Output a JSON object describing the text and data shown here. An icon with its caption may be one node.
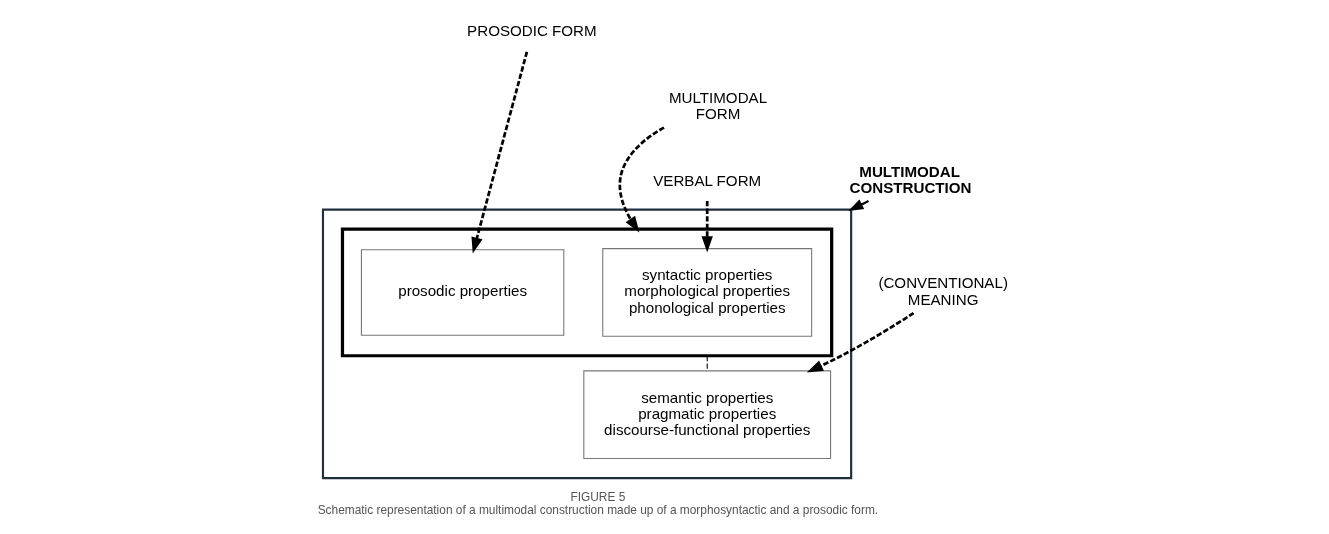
{
  "diagram": {
    "title": "FIGURE 5",
    "caption": "Schematic representation of a multimodal construction made up of a morphosyntactic and a prosodic form.",
    "nodes": [
      {
        "text": [],
        "shape": "box"
      },
      {
        "text": [],
        "shape": "box",
        "in": 0
      },
      {
        "text": [
          "syntactic properties morphological properties phonological properties"
        ],
        "in": 1
      },
      {
        "text": [
          "prosodic properties"
        ],
        "in": 1
      },
      {
        "text": [
          "semantic properties pragmatic properties discourse-functional properties"
        ],
        "in": 0
      },
      {
        "text": [
          "VERBAL FORM"
        ]
      },
      {
        "text": [
          "PROSODIC FORM"
        ]
      },
      {
        "text": [
          "MULTIMODAL FORM"
        ]
      },
      {
        "text": [
          "MULTIMODAL CONSTRUCTION"
        ]
      },
      {
        "text": [
          "(CONVENTIONAL) MEANING"
        ]
      }
    ],
    "edges": [
      {
        "from": 5,
        "to": 2,
        "arrow": "to",
        "style": "dashed"
      },
      {
        "from": 6,
        "to": 3,
        "arrow": "to",
        "style": "dashed"
      },
      {
        "from": 7,
        "to": 1,
        "arrow": "to",
        "style": "dashed"
      },
      {
        "from": 8,
        "to": 0,
        "arrow": "to"
      },
      {
        "from": 9,
        "to": 4,
        "arrow": "to",
        "style": "dashed"
      },
      {
        "from": 1,
        "to": 4,
        "arrow": "none",
        "style": "dashed"
      }
    ]
  }
}
